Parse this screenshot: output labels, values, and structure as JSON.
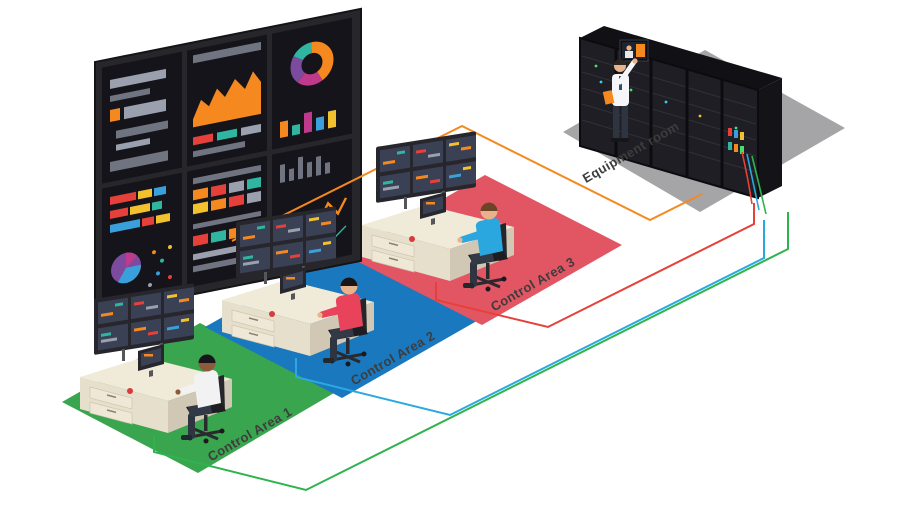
{
  "diagram": {
    "areas": [
      {
        "label": "Control Area 1",
        "floor_color": "#3aa54f",
        "operator_shirt": "#f2f2f2",
        "operator_skin": "#8d5a3b",
        "operator_hair": "#17161a"
      },
      {
        "label": "Control Area 2",
        "floor_color": "#1a78be",
        "operator_shirt": "#e8435a",
        "operator_skin": "#eab28a",
        "operator_hair": "#17161a"
      },
      {
        "label": "Control Area 3",
        "floor_color": "#e25563",
        "operator_shirt": "#2ba7e0",
        "operator_skin": "#eab28a",
        "operator_hair": "#6e4426"
      }
    ],
    "equipment_room": {
      "label": "Equipment room",
      "floor_color": "#a5a5a7",
      "rack_color": "#1e1e24"
    },
    "cables": {
      "orange": "#f5891f",
      "red": "#e6403a",
      "blue": "#2aa9e0",
      "green": "#2eb34d"
    },
    "video_wall": {
      "frame_color": "#26262b",
      "screen_color": "#14141a"
    }
  }
}
